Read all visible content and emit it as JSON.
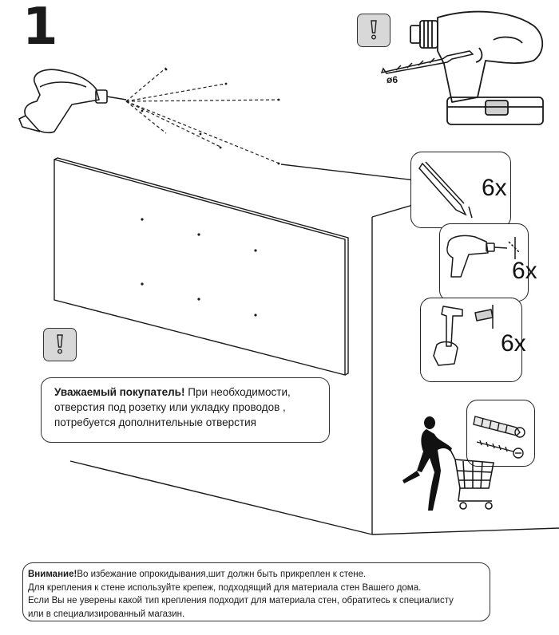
{
  "step": {
    "number": "1"
  },
  "drill": {
    "bit_size": "ø6"
  },
  "steps_side": [
    {
      "count": "6x",
      "icon": "pencil-mark-icon"
    },
    {
      "count": "6x",
      "icon": "drill-icon"
    },
    {
      "count": "6x",
      "icon": "hammer-dowel-icon"
    }
  ],
  "customer_note": {
    "heading": "Уважаемый покупатель!",
    "line1": "При необходимости,",
    "line2": "отверстия под розетку или укладку проводов ,",
    "line3": "потребуется дополнительные отверстия"
  },
  "attention_note": {
    "heading": "Внимание!",
    "line1": "Во избежание опрокидывания,шит должн быть  прикреплен к стене.",
    "line2": "Для крепления к стене используйте крепеж, подходящий для материала стен Вашего дома.",
    "line3": "Если Вы не уверены какой тип крепления подходит для материала стен, обратитесь к специалисту",
    "line4": "или в специализированный магазин."
  },
  "colors": {
    "line": "#1a1a1a",
    "badge_fill": "#d8d8d8",
    "background": "#ffffff"
  }
}
